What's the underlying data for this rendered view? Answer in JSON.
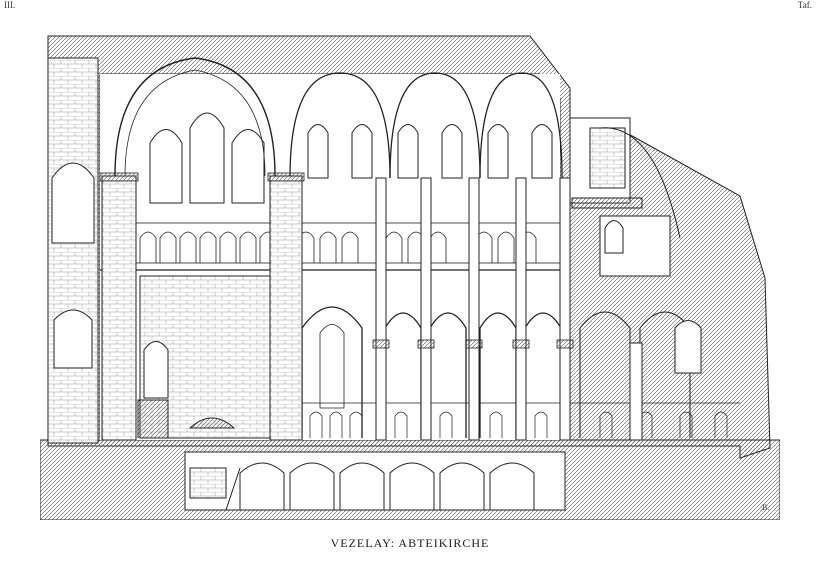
{
  "page": {
    "corner_left": "III.",
    "corner_right": "Taf."
  },
  "illustration": {
    "signature": "B."
  },
  "caption": "VEZELAY: ABTEIKIRCHE"
}
